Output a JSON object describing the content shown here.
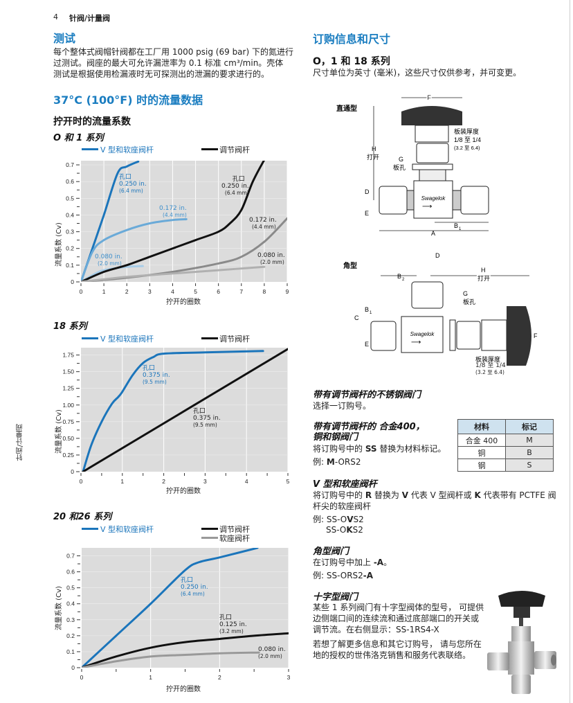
{
  "header": {
    "page_number": "4",
    "section": "针阀/计量阀"
  },
  "side_tab": "针阀/计量阀",
  "left": {
    "testing": {
      "title": "测试",
      "lines": [
        "每个整体式阀帽针阀都在工厂用 1000 psig (69 bar) 下的氮进行",
        "过测试。阀座的最大可允许漏泄率为 0.1 标准 cm³/min。壳体",
        "测试是根据使用检漏液时无可探测出的泄漏的要求进行的。"
      ]
    },
    "flow_title": "37°C (100°F) 时的流量数据",
    "flow_subtitle": "拧开时的流量系数",
    "chart1": {
      "title": "O 和 1 系列",
      "legend": [
        "V 型和软座阀杆",
        "调节阀杆"
      ],
      "annotations": {
        "blue_250": [
          "孔口",
          "0.250 in.",
          "(6.4 mm)"
        ],
        "blue_172": [
          "0.172 in.",
          "(4.4 mm)"
        ],
        "blue_080": [
          "0.080 in.",
          "(2.0 mm)"
        ],
        "black_250": [
          "孔口",
          "0.250 in.",
          "(6.4 mm)"
        ],
        "gray_172": [
          "0.172 in.",
          "(4.4 mm)"
        ],
        "gray_080": [
          "0.080 in.",
          "(2.0 mm)"
        ]
      }
    },
    "chart2": {
      "title": "18 系列",
      "legend": [
        "V 型和软座阀杆",
        "调节阀杆"
      ],
      "annotations": {
        "blue_375": [
          "孔口",
          "0.375 in.",
          "(9.5 mm)"
        ],
        "black_375": [
          "孔口",
          "0.375 in.",
          "(9.5 mm)"
        ]
      }
    },
    "chart3": {
      "title": "20 和26 系列",
      "legend": [
        "V 型和软座阀杆",
        "调节阀杆",
        "软座阀杆"
      ],
      "annotations": {
        "blue_250": [
          "孔口",
          "0.250 in.",
          "(6.4 mm)"
        ],
        "black_125": [
          "孔口",
          "0.125 in.",
          "(3.2 mm)"
        ],
        "gray_080": [
          "0.080 in.",
          "(2.0 mm)"
        ]
      }
    },
    "ylabel": "流量系数 (Cv)",
    "xlabel": "拧开的圈数"
  },
  "right": {
    "title": "订购信息和尺寸",
    "series_title": "O，1 和 18 系列",
    "units_note": "尺寸单位为英寸 (毫米)，这些尺寸仅供参考，并可变更。",
    "diagram_straight": {
      "label": "直通型",
      "F": "F",
      "H": "H",
      "open": "打开",
      "G": "G",
      "panel_hole": "板孔",
      "panel_thickness": "板装厚度",
      "thickness_in": "1/8 至 1/4",
      "thickness_mm": "(3.2 至 6.4)",
      "D": "D",
      "E": "E",
      "B1": "B",
      "B1_sub": "1",
      "A": "A",
      "brand": "Swagelok"
    },
    "diagram_angle": {
      "label": "角型",
      "B2": "B",
      "B2_sub": "2",
      "D": "D",
      "H": "H",
      "open": "打开",
      "G": "G",
      "panel_hole": "板孔",
      "B1": "B",
      "B1_sub": "1",
      "C": "C",
      "E": "E",
      "F": "F",
      "panel_thickness": "板装厚度",
      "thickness_in": "1/8 至 1/4",
      "thickness_mm": "(3.2 至 6.4)",
      "brand": "Swagelok"
    },
    "ss_regulating": {
      "title": "带有调节阀杆的不锈钢阀门",
      "text": "选择一订购号。"
    },
    "alloy": {
      "title1": "带有调节阀杆的 合金400，",
      "title2": "铜和钢阀门",
      "text_pre": "将订购号中的 ",
      "text_bold": "SS",
      "text_post": " 替换为材料标记。",
      "example_label": "例: ",
      "example_bold": "M",
      "example_rest": "-ORS2"
    },
    "material_table": {
      "headers": [
        "材料",
        "标记"
      ],
      "rows": [
        [
          "合金 400",
          "M"
        ],
        [
          "铜",
          "B"
        ],
        [
          "钢",
          "S"
        ]
      ]
    },
    "vstem": {
      "title": "V 型和软座阀杆",
      "t1": "将订购号中的 ",
      "b1": "R",
      "t2": " 替换为 ",
      "b2": "V",
      "t3": " 代表 V 型阀杆或 ",
      "b3": "K",
      "t4": " 代表带有 PCTFE 阀",
      "line2": "杆尖的软座阀杆",
      "ex_label": "例: ",
      "ex1_a": "SS-O",
      "ex1_b": "V",
      "ex1_c": "S2",
      "ex2_a": "SS-O",
      "ex2_b": "K",
      "ex2_c": "S2"
    },
    "angle_valve": {
      "title": "角型阀门",
      "t1": "在订购号中加上 ",
      "b1": "-A",
      "t2": "。",
      "ex_label": "例: ",
      "ex_a": "SS-ORS2",
      "ex_b": "-A"
    },
    "cross_valve": {
      "title": "十字型阀门",
      "lines": [
        "某些 1 系列阀门有十字型阀体的型号，  可提供",
        "边侧端口间的连续流和通过底部端口的开关或",
        "调节流。在右侧显示：SS-1RS4-X"
      ],
      "lines2": [
        "若想了解更多信息和其它订购号，    请与您所在",
        "地的授权的世伟洛克销售和服务代表联络。"
      ]
    }
  },
  "colors": {
    "heading_blue": "#1a7dc0",
    "series_blue": "#1b75bb",
    "plot_bg": "#dcdcdc"
  },
  "chart_data": [
    {
      "type": "line",
      "title": "O 和 1 系列",
      "xlabel": "拧开的圈数",
      "ylabel": "流量系数 (Cv)",
      "xlim": [
        0,
        9
      ],
      "ylim": [
        0,
        0.725
      ],
      "xticks": [
        "0",
        "1",
        "2",
        "3",
        "4",
        "5",
        "6",
        "7",
        "8",
        "9"
      ],
      "yticks": [
        "0",
        "0.1",
        "0.2",
        "0.3",
        "0.4",
        "0.5",
        "0.6",
        "0.7"
      ],
      "series": [
        {
          "name": "V 型和软座阀杆 0.250 in.",
          "color": "#1b75bb",
          "x": [
            0,
            0.5,
            1,
            1.6,
            2,
            2.5
          ],
          "y": [
            0,
            0.2,
            0.4,
            0.65,
            0.69,
            0.72
          ]
        },
        {
          "name": "V 型和软座阀杆 0.172 in.",
          "color": "#6aaad8",
          "x": [
            0,
            0.5,
            1,
            2,
            3,
            4,
            4.6
          ],
          "y": [
            0,
            0.18,
            0.25,
            0.31,
            0.35,
            0.37,
            0.375
          ]
        },
        {
          "name": "V 型和软座阀杆 0.080 in.",
          "color": "#a8cde8",
          "x": [
            0,
            0.5,
            1,
            2,
            2.7
          ],
          "y": [
            0,
            0.04,
            0.07,
            0.09,
            0.095
          ]
        },
        {
          "name": "调节阀杆 0.250 in.",
          "color": "#111111",
          "x": [
            0,
            1,
            2,
            3,
            4,
            5,
            6,
            6.5,
            7,
            7.5,
            8
          ],
          "y": [
            0,
            0.06,
            0.1,
            0.15,
            0.2,
            0.25,
            0.3,
            0.35,
            0.43,
            0.6,
            0.73
          ]
        },
        {
          "name": "调节阀杆 0.172 in.",
          "color": "#8a8a8a",
          "x": [
            0,
            2,
            4,
            6,
            7,
            8,
            9
          ],
          "y": [
            0,
            0.025,
            0.06,
            0.11,
            0.15,
            0.24,
            0.38
          ]
        },
        {
          "name": "调节阀杆 0.080 in.",
          "color": "#b0b0b0",
          "x": [
            0,
            2,
            4,
            6,
            8
          ],
          "y": [
            0,
            0.03,
            0.05,
            0.07,
            0.09
          ]
        }
      ]
    },
    {
      "type": "line",
      "title": "18 系列",
      "xlabel": "拧开的圈数",
      "ylabel": "流量系数 (Cv)",
      "xlim": [
        0,
        5
      ],
      "ylim": [
        0,
        1.86
      ],
      "xticks": [
        "0",
        "1",
        "2",
        "3",
        "4",
        "5"
      ],
      "yticks": [
        "0",
        "0.25",
        "0.50",
        "0.75",
        "1.00",
        "1.25",
        "1.50",
        "1.75"
      ],
      "series": [
        {
          "name": "V 型和软座阀杆 0.375 in.",
          "color": "#1b75bb",
          "x": [
            0.05,
            0.25,
            0.5,
            0.75,
            0.9,
            1,
            1.25,
            1.5,
            1.75,
            2,
            3,
            4.4
          ],
          "y": [
            0,
            0.4,
            0.75,
            1.02,
            1.12,
            1.2,
            1.45,
            1.63,
            1.72,
            1.77,
            1.79,
            1.81
          ]
        },
        {
          "name": "调节阀杆 0.375 in.",
          "color": "#111111",
          "x": [
            0.05,
            5
          ],
          "y": [
            0,
            1.84
          ]
        }
      ]
    },
    {
      "type": "line",
      "title": "20 和26 系列",
      "xlabel": "拧开的圈数",
      "ylabel": "流量系数 (Cv)",
      "xlim": [
        0,
        3
      ],
      "ylim": [
        0,
        0.75
      ],
      "xticks": [
        "0",
        "1",
        "2",
        "3"
      ],
      "yticks": [
        "0",
        "0.1",
        "0.2",
        "0.3",
        "0.4",
        "0.5",
        "0.6",
        "0.7"
      ],
      "series": [
        {
          "name": "V 型和软座阀杆 0.250 in.",
          "color": "#1b75bb",
          "x": [
            0,
            0.5,
            1,
            1.5,
            1.7,
            2,
            2.55
          ],
          "y": [
            0,
            0.2,
            0.4,
            0.61,
            0.66,
            0.69,
            0.75
          ]
        },
        {
          "name": "调节阀杆 0.125 in.",
          "color": "#111111",
          "x": [
            0,
            0.5,
            1,
            1.5,
            2,
            2.5,
            3
          ],
          "y": [
            0,
            0.07,
            0.125,
            0.16,
            0.18,
            0.2,
            0.215
          ]
        },
        {
          "name": "软座阀杆 0.080 in.",
          "color": "#999999",
          "x": [
            0,
            0.5,
            1,
            1.5,
            2,
            2.57
          ],
          "y": [
            0,
            0.04,
            0.07,
            0.08,
            0.09,
            0.095
          ]
        }
      ]
    }
  ]
}
